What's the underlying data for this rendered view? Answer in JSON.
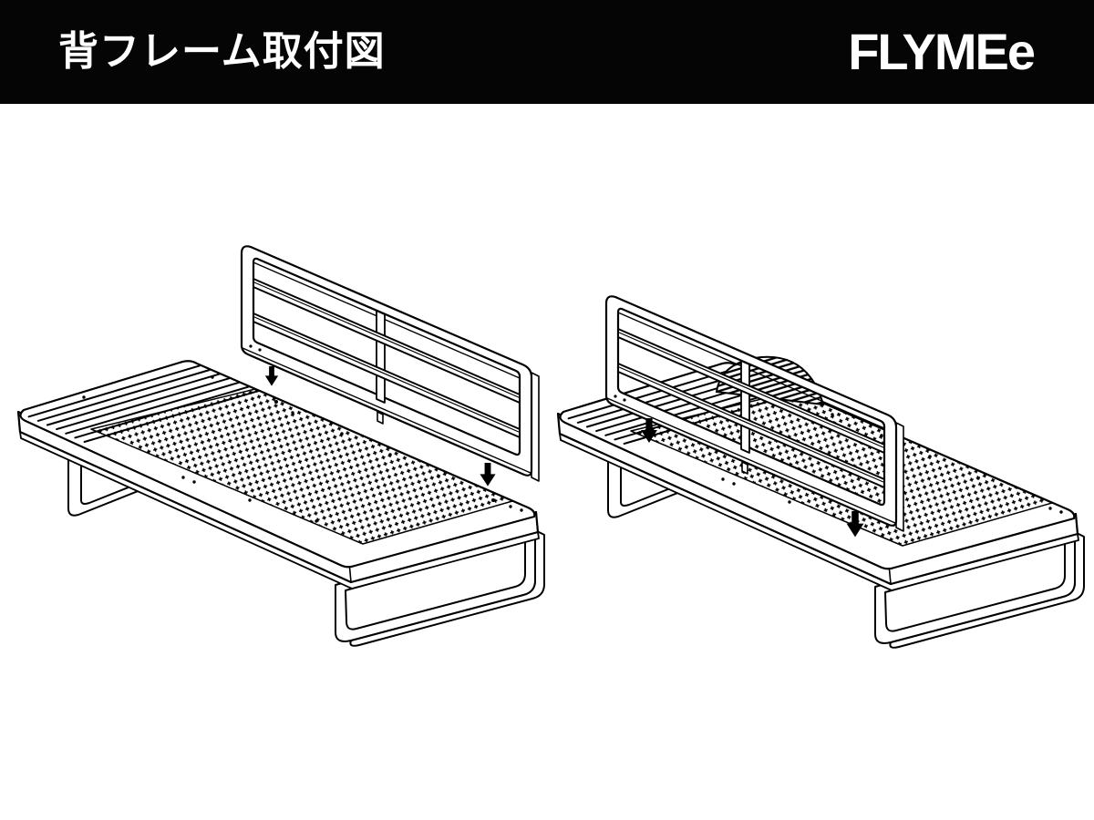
{
  "header": {
    "title": "背フレーム取付図",
    "logo": "FLYMEe",
    "background": "#050505",
    "text_color": "#ffffff"
  },
  "canvas": {
    "background": "#ffffff",
    "line_color": "#000000"
  },
  "figures": [
    {
      "id": "step-1",
      "name": "back-frame-held-above-bed-frame",
      "down_arrows": 2
    },
    {
      "id": "step-2",
      "name": "back-frame-lowered-into-place",
      "down_arrows": 2
    }
  ],
  "icons": {
    "down_arrow": "⬇"
  }
}
